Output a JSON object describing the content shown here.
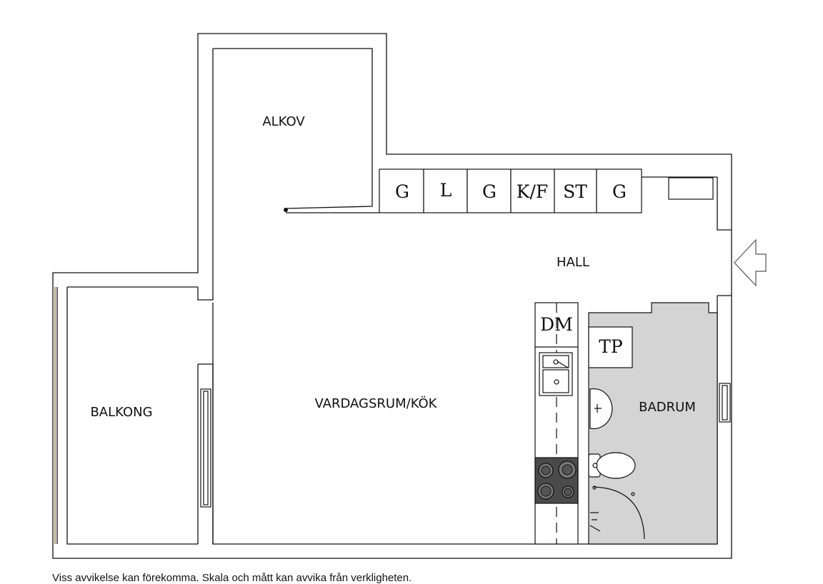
{
  "rooms": {
    "alkov": "ALKOV",
    "hall": "HALL",
    "balkong": "BALKONG",
    "vardagsrum_kok": "VARDAGSRUM/KÖK",
    "badrum": "BADRUM"
  },
  "closets": [
    "G",
    "L",
    "G",
    "K/F",
    "ST",
    "G"
  ],
  "fixtures": {
    "dishwasher": "DM",
    "washer": "TP"
  },
  "colors": {
    "wall": "#ffffff",
    "line": "#111111",
    "bathroom_floor": "#d4d4d4",
    "stove": "#4a4a4a"
  },
  "disclaimer": "Viss avvikelse kan förekomma. Skala och mått kan avvika från verkligheten."
}
